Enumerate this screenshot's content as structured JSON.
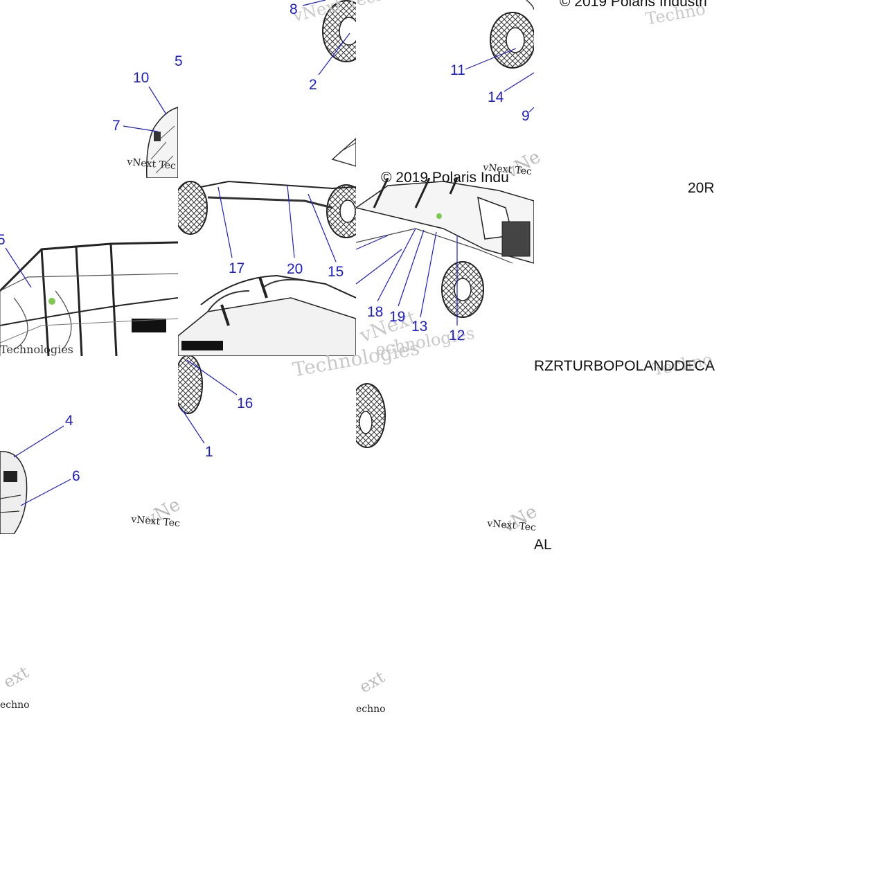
{
  "diagram": {
    "callouts": [
      "1",
      "2",
      "4",
      "5",
      "6",
      "7",
      "8",
      "9",
      "10",
      "11",
      "12",
      "13",
      "14",
      "15",
      "16",
      "17",
      "18",
      "19",
      "20"
    ],
    "copyright_fragments": [
      "© 2019 Polaris Industri",
      "© 2019 Polaris Indu"
    ],
    "part_code_fragments": [
      "20R",
      "RZRTURBOPOLANDDECA",
      "AL"
    ],
    "watermark_fragments": [
      "vNext Techno",
      "Technologies",
      "vNext Tec",
      "Technologies",
      "vNe",
      "Techno",
      "vNext",
      "echnologies",
      "ext",
      "echno"
    ]
  },
  "colors": {
    "callout": "#1a1adc",
    "line_art": "#333333",
    "watermark": "#c9c9c9",
    "highlight": "#7ec850"
  }
}
